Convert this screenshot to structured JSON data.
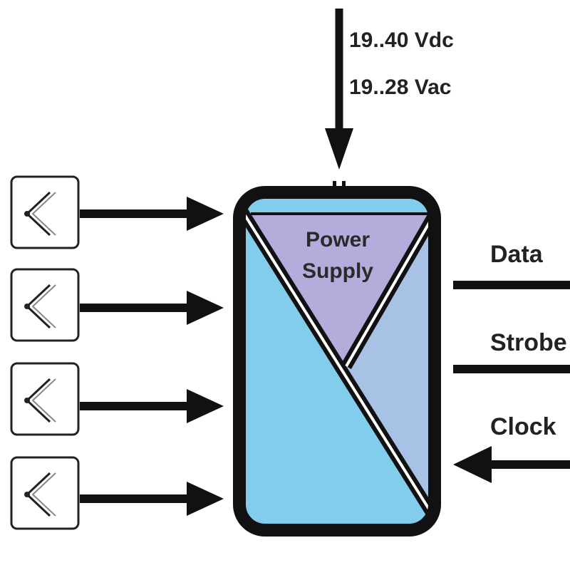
{
  "power": {
    "dc_label": "19..40 Vdc",
    "ac_label": "19..28 Vac"
  },
  "module": {
    "power_line1": "Power",
    "power_line2": "Supply"
  },
  "signals": {
    "data_label": "Data",
    "strobe_label": "Strobe",
    "clock_label": "Clock"
  },
  "colors": {
    "input_section": "#82ccec",
    "power_section": "#b3addc",
    "output_section": "#a8c2e6",
    "outline": "#111111"
  }
}
